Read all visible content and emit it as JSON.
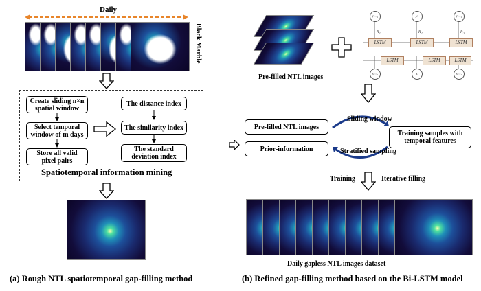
{
  "panel_a": {
    "daily_label": "Daily",
    "black_marble_label": "Black Marble",
    "boxes": {
      "sliding_window": "Create sliding n×n spatial window",
      "temporal_window": "Select temporal window of m days",
      "store_pairs": "Store all valid pixel pairs",
      "distance_index": "The distance index",
      "similarity_index": "The similarity index",
      "std_index": "The standard deviation index"
    },
    "mining_title": "Spatiotemporal information mining",
    "caption": "(a) Rough NTL spatiotemporal gap-filling method"
  },
  "panel_b": {
    "prefilled_label": "Pre-filled  NTL images",
    "lstm_cell_label": "LSTM",
    "lstm_labels": {
      "y_prev": "yₜ₋₁",
      "y_t": "yₜ",
      "y_next": "yₜ₊₁",
      "h_prev": "h₁",
      "h_t": "h₂",
      "h_next": "h₃",
      "x_prev": "xₜ₋₁",
      "x_t": "xₜ",
      "x_next": "xₜ₊₁"
    },
    "boxes": {
      "prefilled": "Pre-filled  NTL images",
      "prior": "Prior-information",
      "training_samples": "Training samples with temporal features"
    },
    "sliding_window_label": "Sliding window",
    "stratified_label": "Stratified sampling",
    "training_label": "Training",
    "iterative_label": "Iterative filling",
    "dataset_label": "Daily gapless NTL images dataset",
    "caption": "(b) Refined gap-filling method based on the Bi-LSTM model"
  },
  "colors": {
    "daily_arrow": "#e8852a",
    "lstm_cell": "#efe2d2"
  }
}
